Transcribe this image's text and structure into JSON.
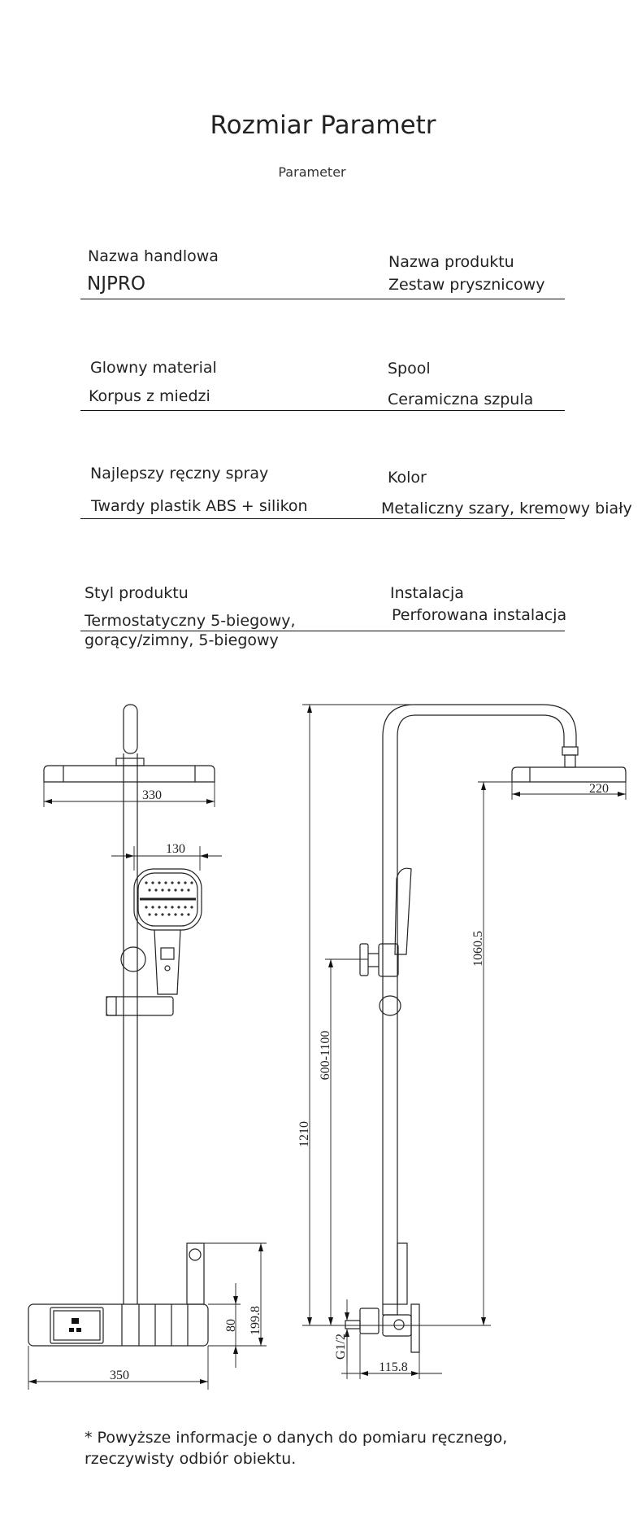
{
  "header": {
    "title": "Rozmiar Parametr",
    "subtitle": "Parameter"
  },
  "specs": [
    {
      "left_label": "Nazwa handlowa",
      "left_value": "NJPRO",
      "right_label": "Nazwa produktu",
      "right_value": "Zestaw prysznicowy"
    },
    {
      "left_label": "Glowny material",
      "left_value": "Korpus z miedzi",
      "right_label": "Spool",
      "right_value": "Ceramiczna szpula"
    },
    {
      "left_label": "Najlepszy ręczny spray",
      "left_value": "Twardy plastik ABS + silikon",
      "right_label": "Kolor",
      "right_value": "Metaliczny szary, kremowy biały"
    },
    {
      "left_label": "Styl produktu",
      "left_value": "Termostatyczny 5-biegowy,",
      "left_value_2": "gorący/zimny, 5-biegowy",
      "right_label": "Instalacja",
      "right_value": "Perforowana instalacja"
    }
  ],
  "drawing": {
    "dims": {
      "head_width": "330",
      "hand_width": "130",
      "box_width": "350",
      "box_height": "80",
      "total_box_height": "199.8",
      "total_height": "1210",
      "slide_range": "600-1100",
      "head_height": "1060.5",
      "side_head_width": "220",
      "thread": "G1/2",
      "valve_depth": "115.8"
    }
  },
  "footnote": {
    "line1": "* Powyższe informacje o danych do pomiaru ręcznego,",
    "line2": "rzeczywisty odbiór obiektu."
  }
}
